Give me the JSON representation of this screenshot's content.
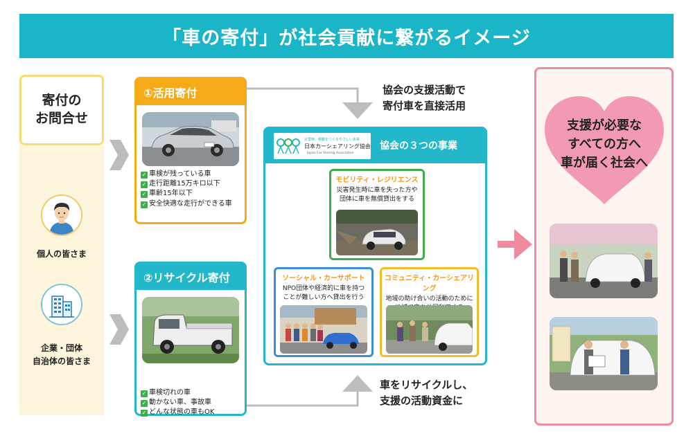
{
  "title": "「車の寄付」が社会貢献に繋がるイメージ",
  "left": {
    "inquiry_line1": "寄付の",
    "inquiry_line2": "お問合せ",
    "individual_label": "個人の皆さま",
    "corporate_line1": "企業・団体",
    "corporate_line2": "自治体の皆さま"
  },
  "card1": {
    "title": "①活用寄付",
    "items": [
      "車検が残っている車",
      "走行距離15万キロ以下",
      "車齢15年以下",
      "安全快適な走行ができる車"
    ]
  },
  "card2": {
    "title": "②リサイクル寄付",
    "items": [
      "車検切れの車",
      "動かない車、事故車",
      "どんな状態の車もOK"
    ]
  },
  "flow": {
    "top_line1": "協会の支援活動で",
    "top_line2": "寄付車を直接活用",
    "bottom_line1": "車をリサイクルし、",
    "bottom_line2": "支援の活動資金に"
  },
  "association": {
    "title": "協会の３つの事業",
    "logo_tagline": "災害時、移動をつくるやさしい未来",
    "logo_name": "日本カーシェアリング協会",
    "logo_en": "Japan Car Sharing Association",
    "mobility": {
      "title": "モビリティ・レジリエンス",
      "desc_line1": "災害発生時に車を失った方や",
      "desc_line2": "団体に車を無償貸出をする"
    },
    "social": {
      "title": "ソーシャル・カーサポート",
      "desc_line1": "NPO団体や経済的に車を持つ",
      "desc_line2": "ことが難しい方へ貸出を行う"
    },
    "community": {
      "title": "コミュニティ・カーシェアリング",
      "desc_line1": "地域の助け合いの活動のために",
      "desc_line2": "地域で車を共同利用する"
    }
  },
  "goal": {
    "line1": "支援が必要な",
    "line2": "すべての方へ",
    "line3": "車が届く社会へ"
  },
  "colors": {
    "banner": "#1bb5c8",
    "orange": "#f5ab17",
    "teal": "#22b7c9",
    "pink": "#ee8aa2",
    "green_frame": "#3fae49",
    "blue_frame": "#3a8fdc",
    "yellow_frame": "#f2bf2a"
  }
}
